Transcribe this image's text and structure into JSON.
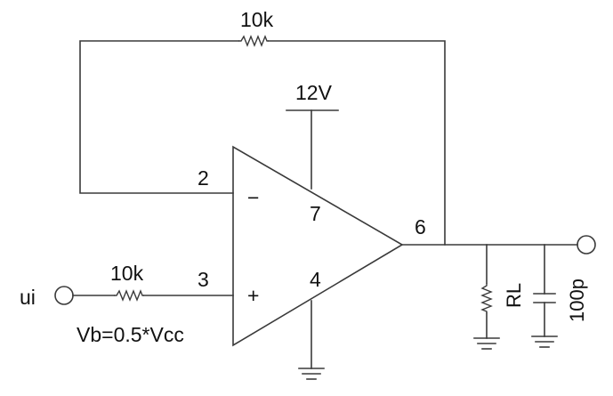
{
  "feedback_resistor": {
    "label": "10k"
  },
  "supply": {
    "label": "12V"
  },
  "opamp": {
    "pin_inverting": "2",
    "pin_noninverting": "3",
    "pin_supply": "7",
    "pin_ground": "4",
    "pin_output": "6",
    "sign_inverting": "−",
    "sign_noninverting": "+"
  },
  "input": {
    "label": "ui",
    "resistor_label": "10k",
    "bias_label": "Vb=0.5*Vcc"
  },
  "load": {
    "resistor_label": "RL",
    "capacitor_label": "100p"
  }
}
